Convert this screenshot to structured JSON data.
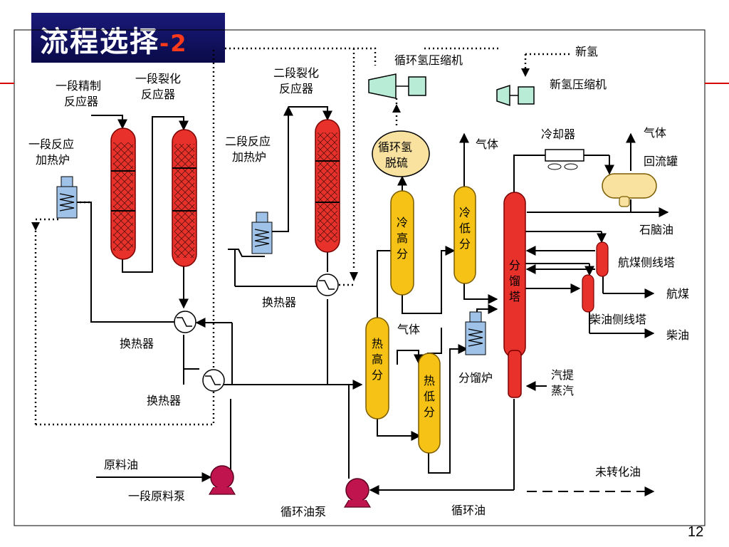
{
  "title": {
    "main": "流程选择",
    "suffix": "-2"
  },
  "page_number": "12",
  "colors": {
    "reactor": "#e8312a",
    "separator": "#f5c215",
    "furnace": "#9fc3e8",
    "pump": "#c0144e",
    "compressor": "#b9ecd7",
    "drum": "#f9e2a0",
    "red_rule": "#d40000"
  },
  "labels": {
    "reactor1a": [
      "一段精制",
      "反应器"
    ],
    "reactor1b": [
      "一段裂化",
      "反应器"
    ],
    "reactor2": [
      "二段裂化",
      "反应器"
    ],
    "furnace1": [
      "一段反应",
      "加热炉"
    ],
    "furnace2": [
      "二段反应",
      "加热炉"
    ],
    "hx_a": "换热器",
    "hx_b": "换热器",
    "hx_c": "换热器",
    "feed_oil": "原料油",
    "feed_pump": "一段原料泵",
    "recycle_pump": "循环油泵",
    "recycle_oil": "循环油",
    "recycle_compressor": "循环氢压缩机",
    "new_h2": "新氢",
    "new_h2_compressor": "新氢压缩机",
    "desulf": [
      "循环氢",
      "脱硫"
    ],
    "cold_hp_sep": [
      "冷",
      "高",
      "分"
    ],
    "cold_lp_sep": [
      "冷",
      "低",
      "分"
    ],
    "hot_hp_sep": [
      "热",
      "高",
      "分"
    ],
    "hot_lp_sep": [
      "热",
      "低",
      "分"
    ],
    "fractionator": [
      "分",
      "馏",
      "塔"
    ],
    "frac_furnace": "分馏炉",
    "gas_top": "气体",
    "gas_mid": "气体",
    "gas_right": "气体",
    "cooler": "冷却器",
    "reflux_drum": "回流罐",
    "naphtha": "石脑油",
    "jet_stripper": "航煤侧线塔",
    "jet_fuel": "航煤",
    "diesel_stripper": "柴油侧线塔",
    "diesel": "柴油",
    "steam": [
      "汽提",
      "蒸汽"
    ],
    "unconverted": "未转化油"
  }
}
